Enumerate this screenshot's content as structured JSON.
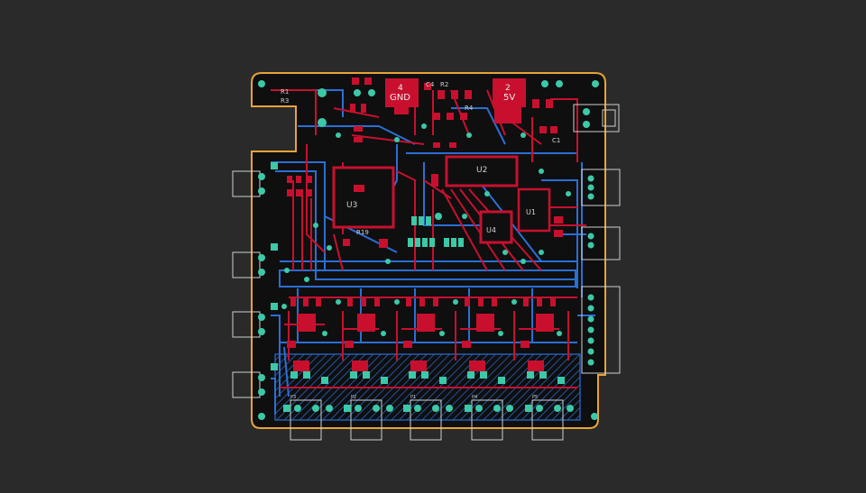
{
  "colors": {
    "background": "#2a2a2a",
    "outline": "#e8a33a",
    "top_copper": "#c8102e",
    "bottom_copper": "#2a6fd6",
    "pads": "#3cc9a8",
    "silkscreen": "#cfcfcf",
    "board": "#0f0f0f",
    "hatch_fill": "#1e4f9a"
  },
  "pads": {
    "gnd": {
      "number": "4",
      "label": "GND"
    },
    "v5": {
      "number": "2",
      "label": "5V"
    }
  },
  "chips": {
    "u1": "U1",
    "u2": "U2",
    "u3": "U3",
    "u4": "U4"
  },
  "refs": {
    "r19": "R19",
    "r1": "R1",
    "r2": "R2",
    "r3": "R3",
    "r4": "R4",
    "c4": "C4",
    "c1": "C1"
  },
  "footprints": [
    "P3",
    "P2",
    "P1",
    "P4",
    "P5"
  ]
}
